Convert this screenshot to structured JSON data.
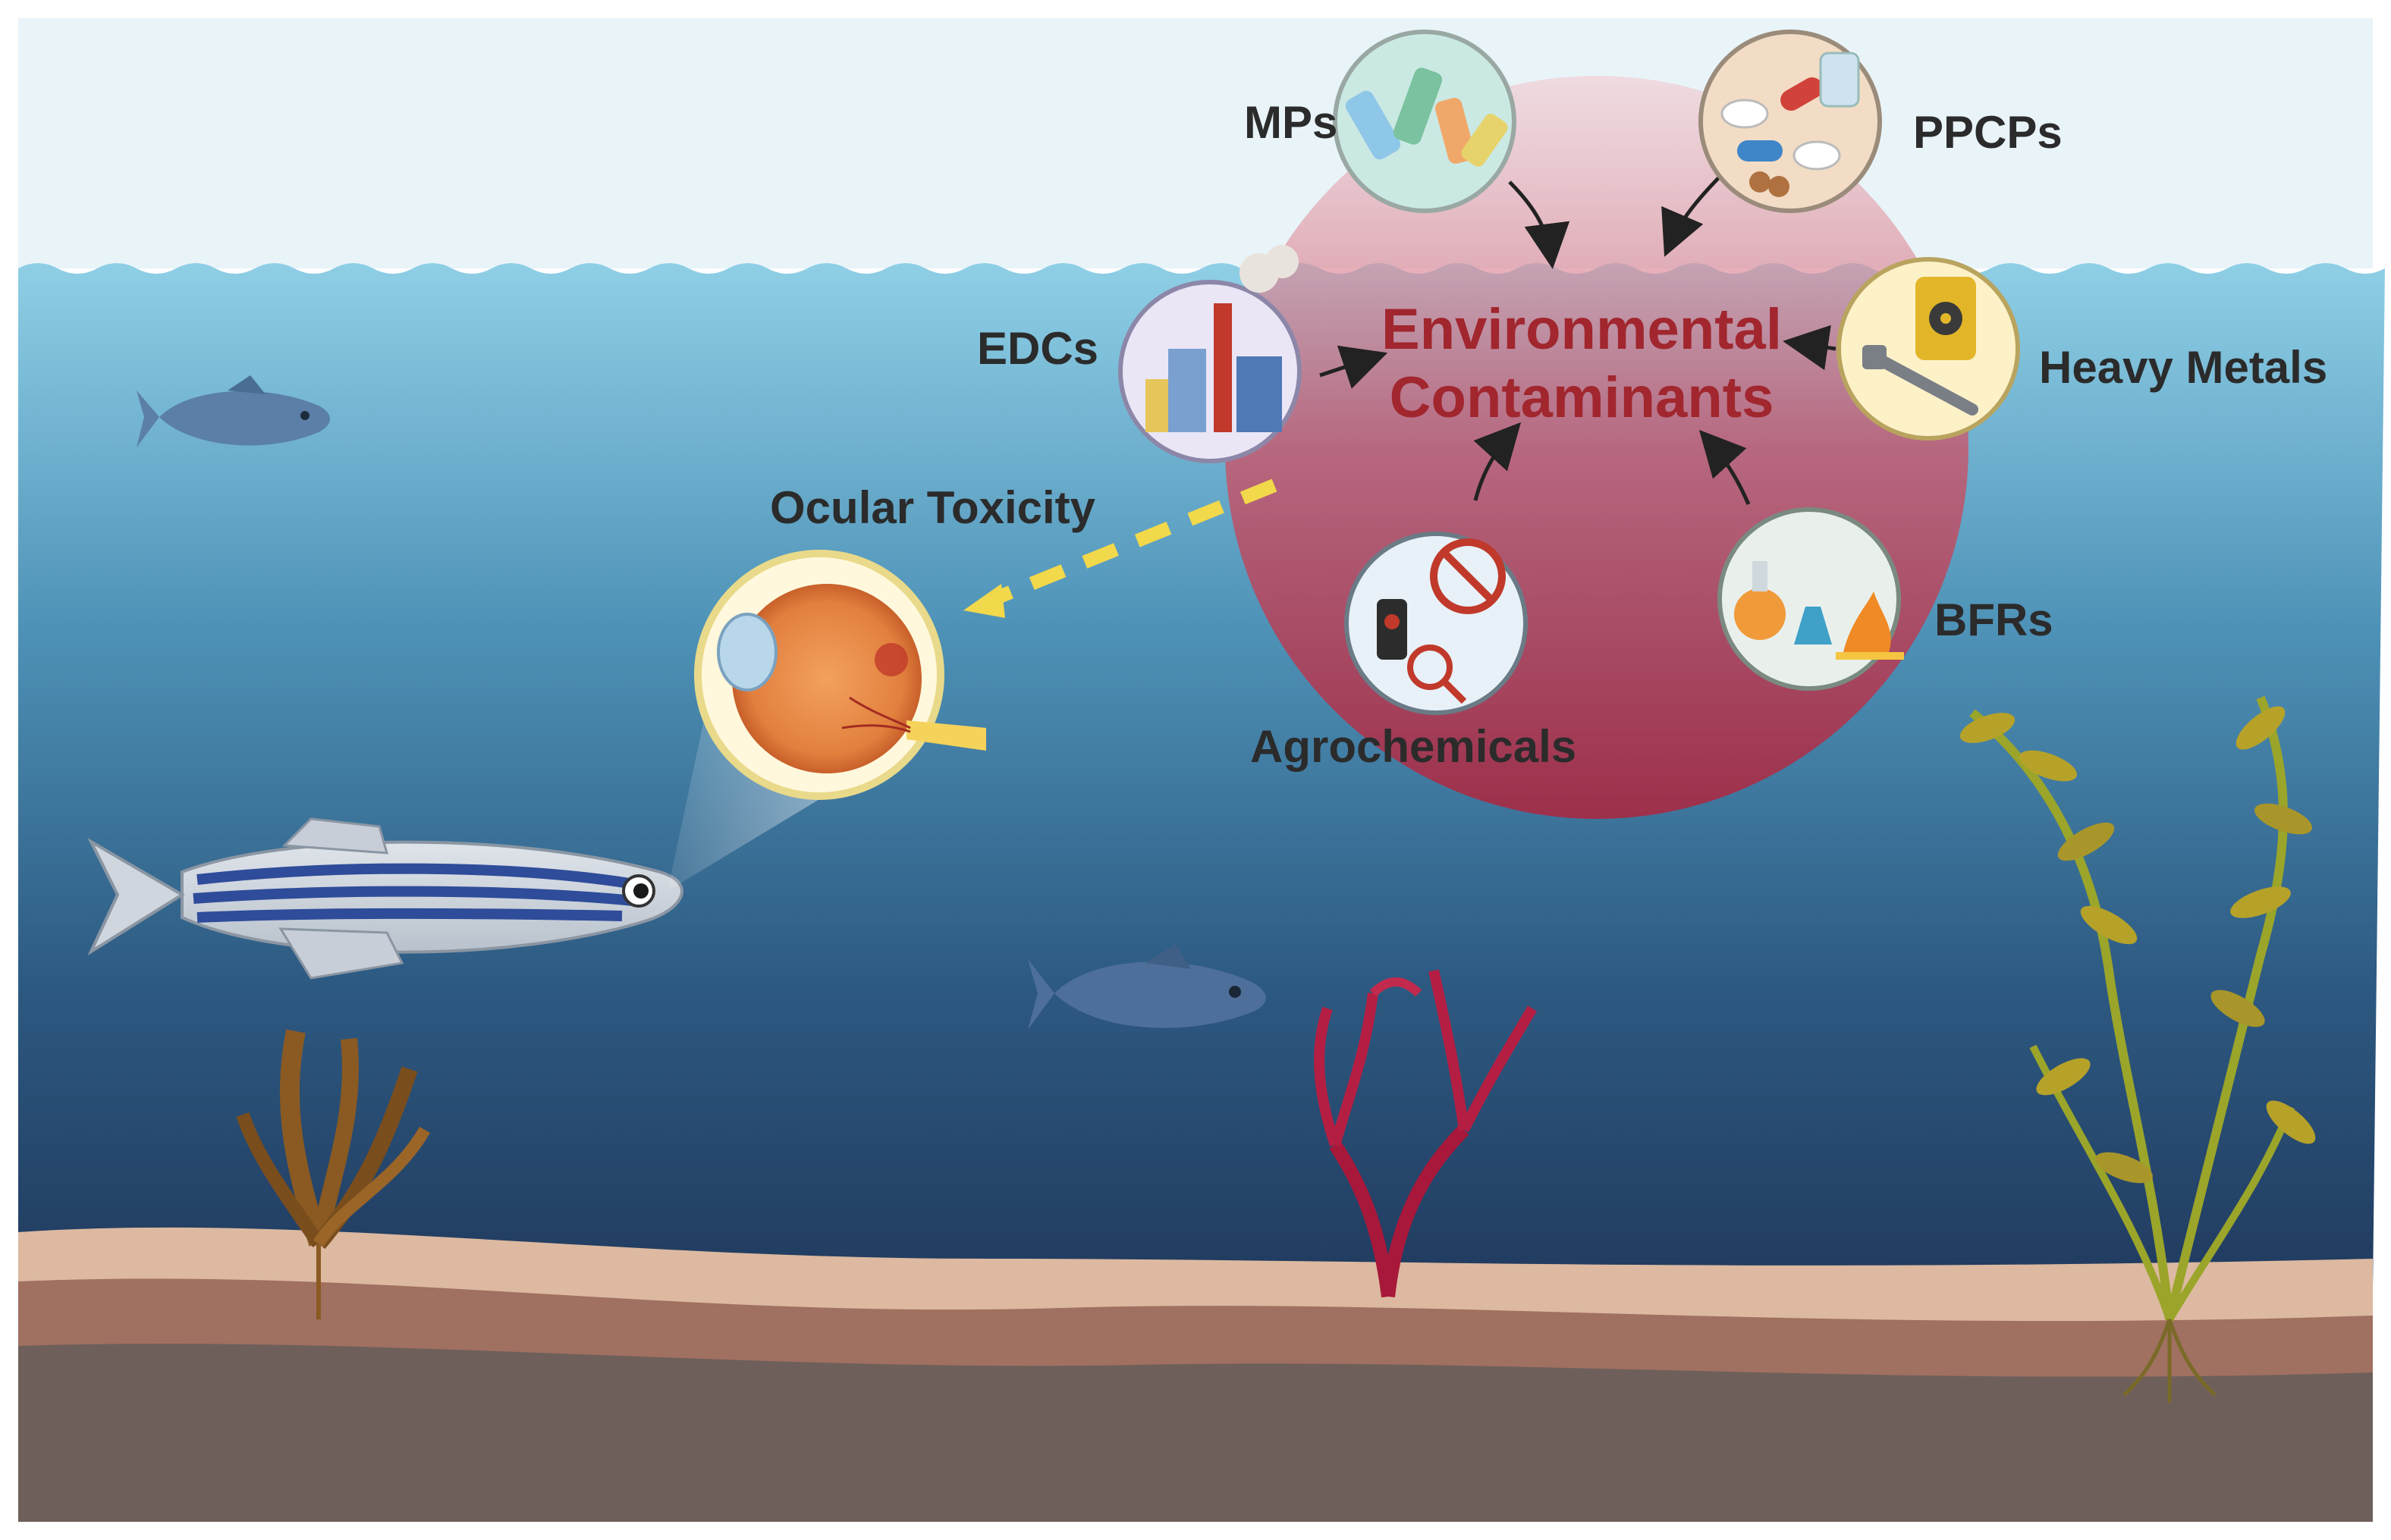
{
  "diagram": {
    "center_label": {
      "line1": "Environmental",
      "line2": "Contaminants"
    },
    "contaminants": {
      "mps": {
        "label": "MPs",
        "icon": "plastic-bottles-icon"
      },
      "ppcps": {
        "label": "PPCPs",
        "icon": "pills-icon"
      },
      "edcs": {
        "label": "EDCs",
        "icon": "factory-icon"
      },
      "heavy_metals": {
        "label": "Heavy Metals",
        "icon": "radioactive-barrel-icon"
      },
      "agrochemicals": {
        "label": "Agrochemicals",
        "icon": "pesticide-spray-icon"
      },
      "bfrs": {
        "label": "BFRs",
        "icon": "lab-flask-fire-icon"
      }
    },
    "outcome": {
      "label": "Ocular Toxicity",
      "icon": "eye-cross-section-icon"
    },
    "organism": {
      "icon": "zebrafish-icon"
    }
  },
  "colors": {
    "sky": "#e9f4f9",
    "water_top": "#8fcfe6",
    "water_bottom": "#213a5e",
    "contaminant_zone": "#b8324a",
    "center_text": "#a1262e",
    "arrow_dashed": "#f2d84b",
    "sediment_light": "#dcb9a0",
    "sediment_mid": "#a07060",
    "seabed": "#6e5f5b"
  }
}
